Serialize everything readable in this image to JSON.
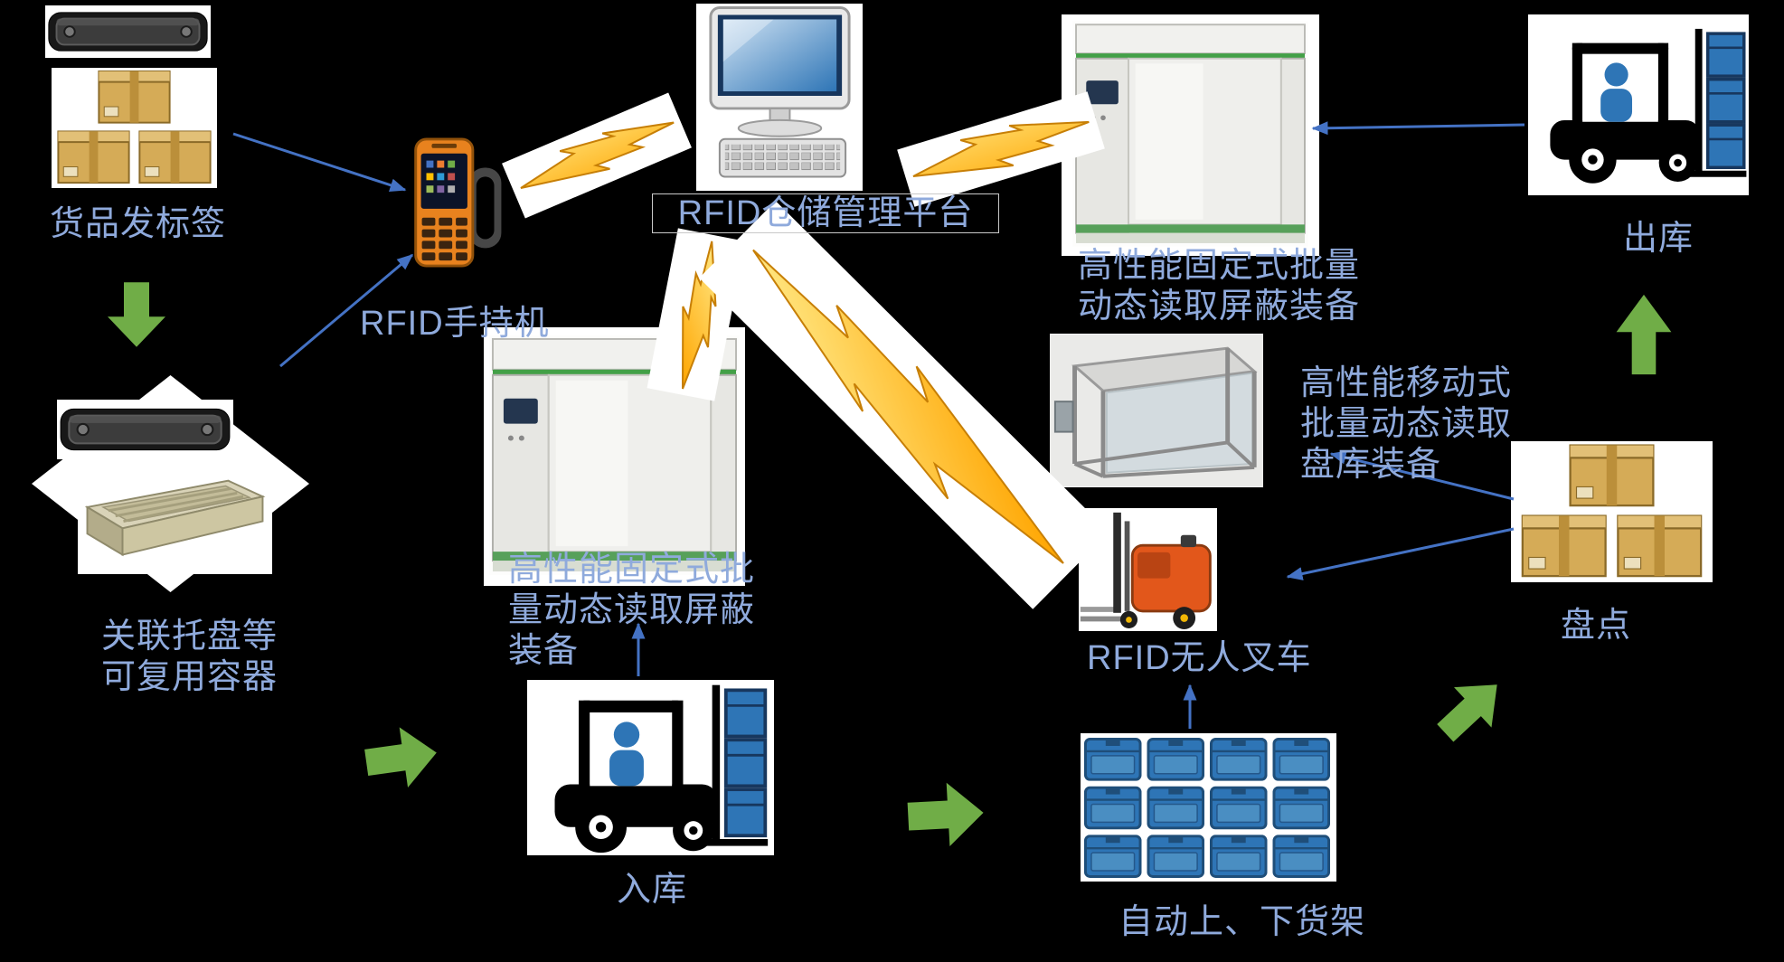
{
  "colors": {
    "background": "#000000",
    "label_text": "#8FAADC",
    "green_arrow": "#70AD47",
    "blue_arrow": "#4472C4",
    "lightning_yellow": "#FFC000",
    "carton_tan": "#D5AB57",
    "crate_blue": "#2E75B6"
  },
  "nodes": {
    "goods_tag": {
      "label": "货品发标签",
      "icon": "rfid-tag-icon + carton-stack-icon"
    },
    "pallet": {
      "label": "关联托盘等\n可复用容器",
      "icon": "rfid-tag-icon + pallet-tray-icon"
    },
    "handheld": {
      "label": "RFID手持机",
      "icon": "handheld-reader-icon"
    },
    "platform": {
      "label": "RFID仓储管理平台",
      "icon": "desktop-computer-icon"
    },
    "gate_center": {
      "label": "高性能固定式批\n量动态读取屏蔽\n装备",
      "icon": "shielding-gate-icon"
    },
    "gate_right": {
      "label": "高性能固定式批量\n动态读取屏蔽装备",
      "icon": "shielding-gate-icon"
    },
    "outbound": {
      "label": "出库",
      "icon": "forklift-icon"
    },
    "mobile_reader": {
      "label": "高性能移动式\n批量动态读取\n盘库装备",
      "icon": "mobile-frame-icon"
    },
    "agv": {
      "label": "RFID无人叉车",
      "icon": "agv-forklift-icon"
    },
    "stocktake": {
      "label": "盘点",
      "icon": "carton-stack-icon"
    },
    "inbound": {
      "label": "入库",
      "icon": "forklift-icon"
    },
    "racking": {
      "label": "自动上、下货架",
      "icon": "blue-racking-icon"
    }
  },
  "connections": [
    {
      "from": "goods_tag",
      "to": "handheld",
      "style": "blue-arrow"
    },
    {
      "from": "pallet",
      "to": "handheld",
      "style": "blue-arrow"
    },
    {
      "from": "goods_tag",
      "to": "pallet",
      "style": "green-arrow"
    },
    {
      "from": "handheld",
      "to": "platform",
      "style": "lightning"
    },
    {
      "from": "platform",
      "to": "gate_center",
      "style": "lightning"
    },
    {
      "from": "platform",
      "to": "gate_right",
      "style": "lightning"
    },
    {
      "from": "platform",
      "to": "agv",
      "style": "lightning"
    },
    {
      "from": "outbound",
      "to": "gate_right",
      "style": "blue-arrow"
    },
    {
      "from": "stocktake",
      "to": "outbound",
      "style": "green-arrow"
    },
    {
      "from": "stocktake",
      "to": "agv",
      "style": "blue-arrow"
    },
    {
      "from": "stocktake",
      "to": "mobile_reader",
      "style": "blue-arrow"
    },
    {
      "from": "racking",
      "to": "agv",
      "style": "blue-arrow"
    },
    {
      "from": "inbound",
      "to": "gate_center",
      "style": "blue-arrow"
    },
    {
      "from": "pallet",
      "to": "inbound",
      "style": "green-arrow"
    },
    {
      "from": "inbound",
      "to": "racking",
      "style": "green-arrow"
    },
    {
      "from": "racking",
      "to": "stocktake",
      "style": "green-arrow"
    }
  ]
}
